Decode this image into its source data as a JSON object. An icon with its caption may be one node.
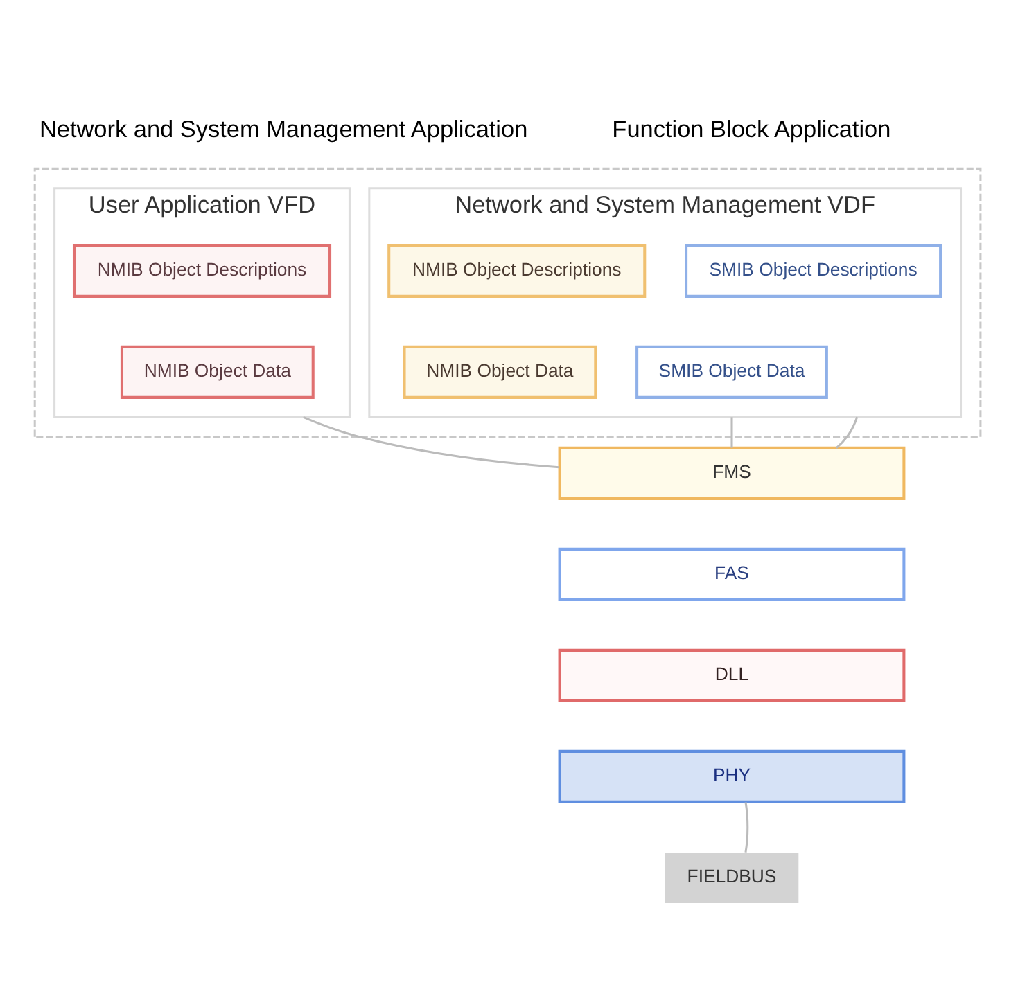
{
  "diagram": {
    "nodes": [
      {
        "text": [],
        "shape": "box"
      },
      {
        "text": [
          "Network and System Management VDF"
        ],
        "in": 0
      },
      {
        "text": [
          "NMIB Object Descriptions"
        ],
        "in": 1
      },
      {
        "text": [
          "NMIB Object Data"
        ],
        "in": 1
      },
      {
        "text": [
          "SMIB Object Descriptions"
        ],
        "in": 1
      },
      {
        "text": [
          "SMIB Object Data"
        ],
        "in": 1
      },
      {
        "text": [
          "User Application VFD"
        ],
        "in": 0
      },
      {
        "text": [
          "NMIB Object Descriptions"
        ],
        "in": 6
      },
      {
        "text": [
          "NMIB Object Data"
        ],
        "in": 6
      },
      {
        "text": [
          "FMS"
        ]
      },
      {
        "text": [
          "FAS"
        ]
      },
      {
        "text": [
          "DLL"
        ]
      },
      {
        "text": [
          "PHY"
        ]
      },
      {
        "text": [
          "FIELDBUS"
        ]
      }
    ],
    "edges": [
      {
        "from": 1,
        "to": 9,
        "arrow": "none"
      },
      {
        "from": 1,
        "to": 9,
        "arrow": "none"
      },
      {
        "from": 6,
        "to": 9,
        "arrow": "none"
      },
      {
        "from": 12,
        "to": 13,
        "arrow": "none"
      }
    ],
    "labels": [
      "Network and System Management Application",
      "Function Block Application"
    ]
  }
}
